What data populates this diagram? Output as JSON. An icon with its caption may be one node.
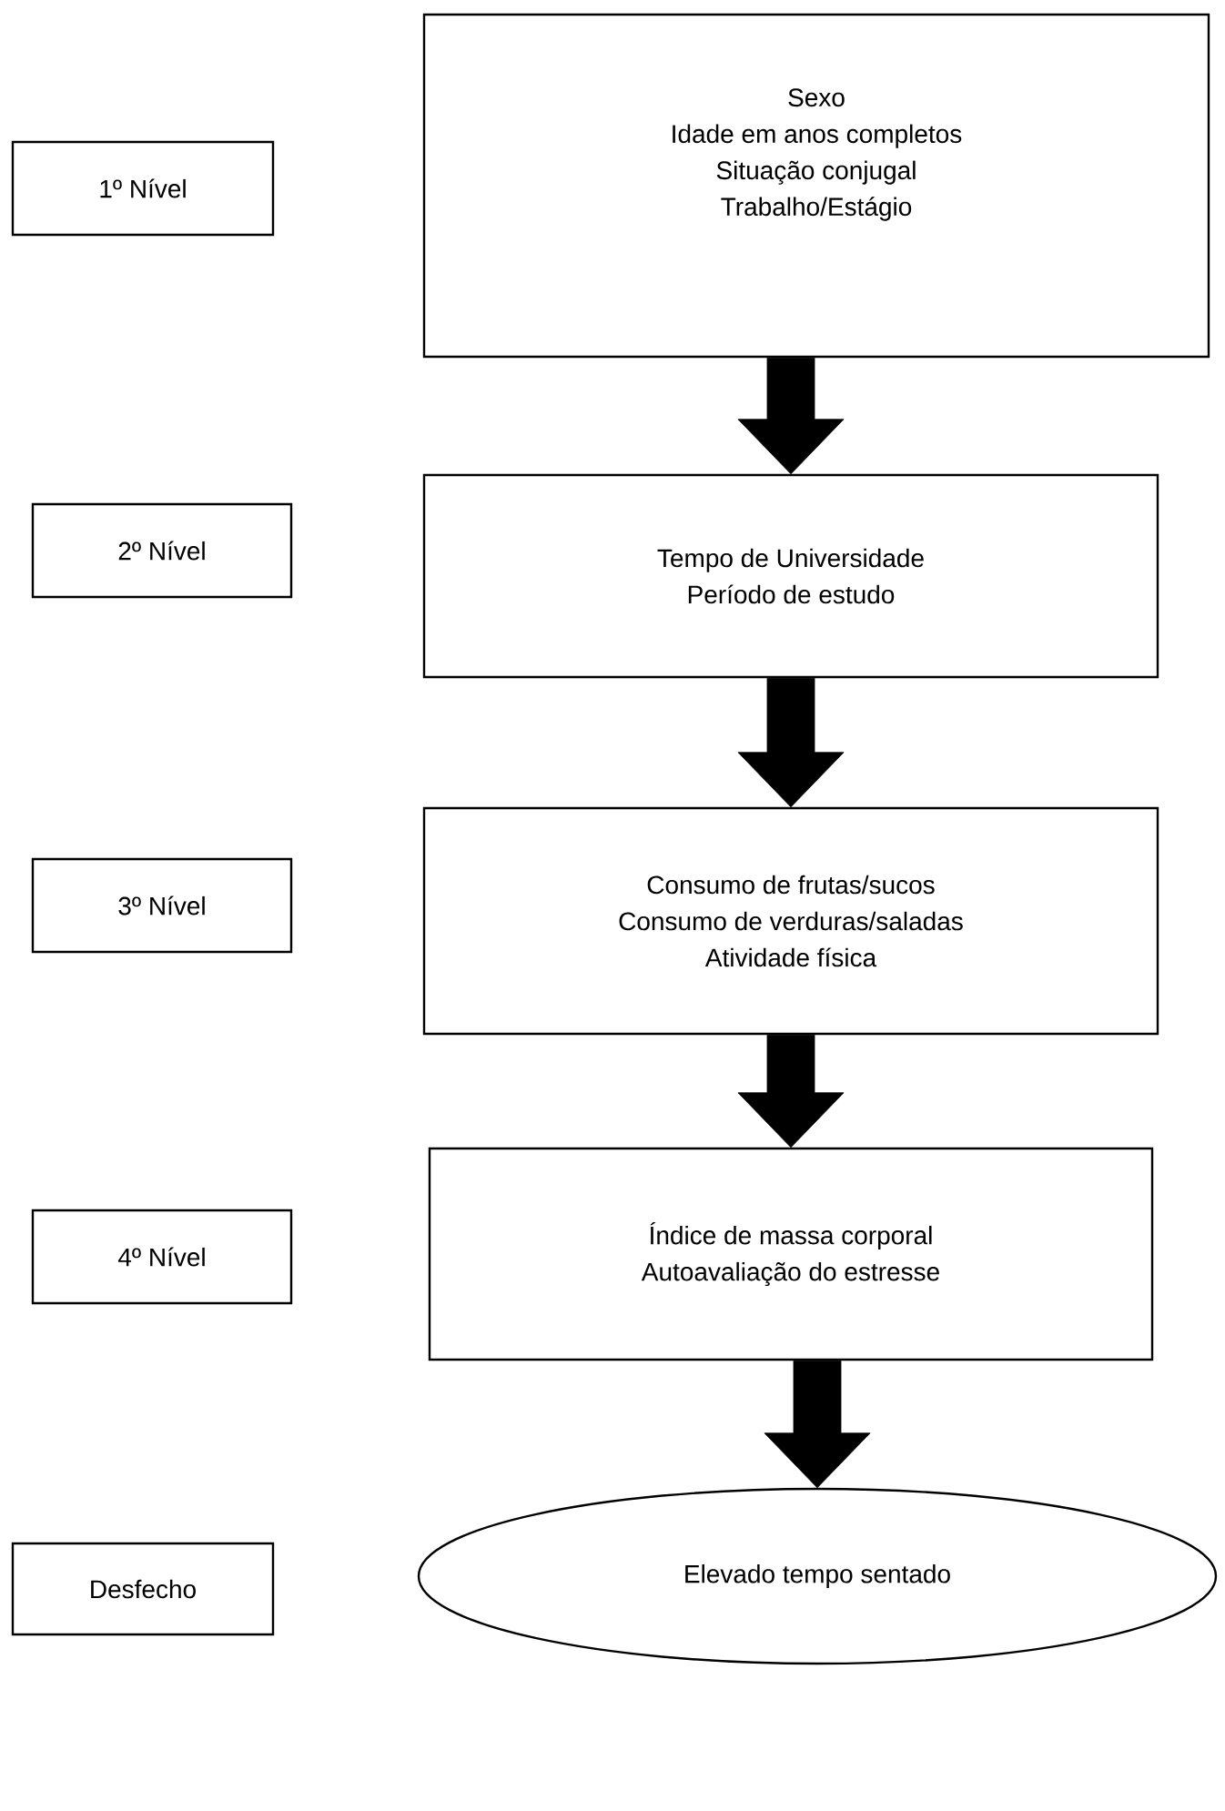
{
  "diagram": {
    "nodes": [
      {
        "text": [
          "1º Nível"
        ]
      },
      {
        "text": [
          "Sexo",
          "Idade em anos completos",
          "Situação conjugal",
          "Trabalho/Estágio"
        ]
      },
      {
        "text": [
          "2º Nível"
        ]
      },
      {
        "text": [
          "Tempo de Universidade",
          "Período de estudo"
        ]
      },
      {
        "text": [
          "3º Nível"
        ]
      },
      {
        "text": [
          "Consumo de frutas/sucos",
          "Consumo de verduras/saladas",
          "Atividade física"
        ]
      },
      {
        "text": [
          "4º Nível"
        ]
      },
      {
        "text": [
          "Índice de massa corporal",
          "Autoavaliação do estresse"
        ]
      },
      {
        "text": [
          "Desfecho"
        ]
      },
      {
        "text": [
          "Elevado tempo sentado"
        ]
      }
    ],
    "edges": [
      {
        "from": 1,
        "to": 3,
        "arrow": "to"
      },
      {
        "from": 3,
        "to": 5,
        "arrow": "to"
      },
      {
        "from": 5,
        "to": 7,
        "arrow": "to"
      },
      {
        "from": 7,
        "to": 9,
        "arrow": "to"
      }
    ]
  }
}
